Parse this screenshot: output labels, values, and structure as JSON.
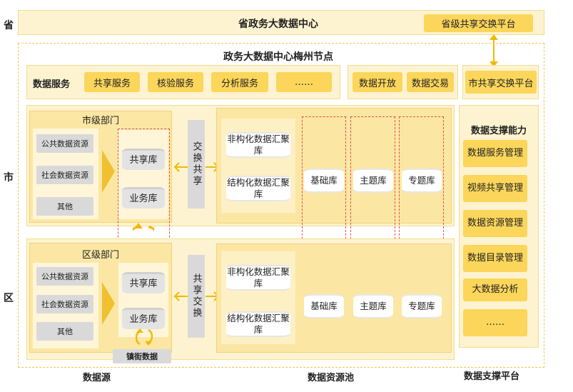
{
  "levels": {
    "province": "省",
    "city": "市",
    "district": "区"
  },
  "top": {
    "title": "省政务大数据中心",
    "platform": "省级共享交换平台"
  },
  "node": {
    "title": "政务大数据中心梅州节点"
  },
  "services": {
    "label": "数据服务",
    "items": [
      "共享服务",
      "核验服务",
      "分析服务",
      "……"
    ],
    "open": "数据开放",
    "trade": "数据交易",
    "city_platform": "市共享交换平台"
  },
  "city": {
    "dept": "市级部门",
    "sources": [
      "公共数据资源",
      "社会数据资源",
      "其他"
    ],
    "share_db": "共享库",
    "biz_db": "业务库",
    "exchange": "交换共享",
    "unstructured": "非构化数据汇聚库",
    "structured": "结构化数据汇聚库",
    "base_db": "基础库",
    "theme_db": "主题库",
    "topic_db": "专题库"
  },
  "district": {
    "dept": "区级部门",
    "sources": [
      "公共数据资源",
      "社会数据资源",
      "其他"
    ],
    "share_db": "共享库",
    "biz_db": "业务库",
    "exchange": "共享交换",
    "unstructured": "非构化数据汇聚库",
    "structured": "结构化数据汇聚库",
    "base_db": "基础库",
    "theme_db": "主题库",
    "topic_db": "专题库",
    "town_data": "镇街数据"
  },
  "support": {
    "title": "数据支撑能力",
    "items": [
      "数据服务管理",
      "视频共享管理",
      "数据资源管理",
      "数据目录管理",
      "大数据分析",
      "……"
    ]
  },
  "bottom": {
    "source": "数据源",
    "pool": "数据资源池",
    "platform": "数据支撑平台"
  }
}
